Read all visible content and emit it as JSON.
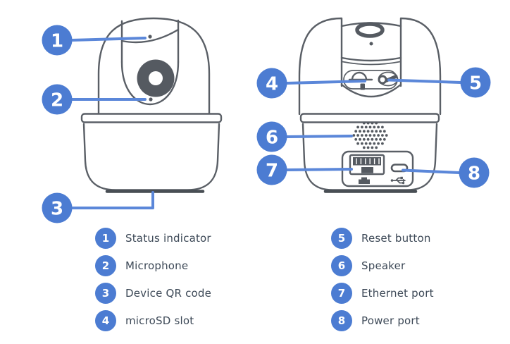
{
  "colors": {
    "accent_blue": "#4c7cd2",
    "leader_line_blue": "#5b87d9",
    "outline_gray": "#5a5f66",
    "label_text": "#3d4957"
  },
  "callouts": [
    {
      "number": "1",
      "label": "Status indicator"
    },
    {
      "number": "2",
      "label": "Microphone"
    },
    {
      "number": "3",
      "label": "Device QR code"
    },
    {
      "number": "4",
      "label": "microSD slot"
    },
    {
      "number": "5",
      "label": "Reset button"
    },
    {
      "number": "6",
      "label": "Speaker"
    },
    {
      "number": "7",
      "label": "Ethernet port"
    },
    {
      "number": "8",
      "label": "Power port"
    }
  ]
}
